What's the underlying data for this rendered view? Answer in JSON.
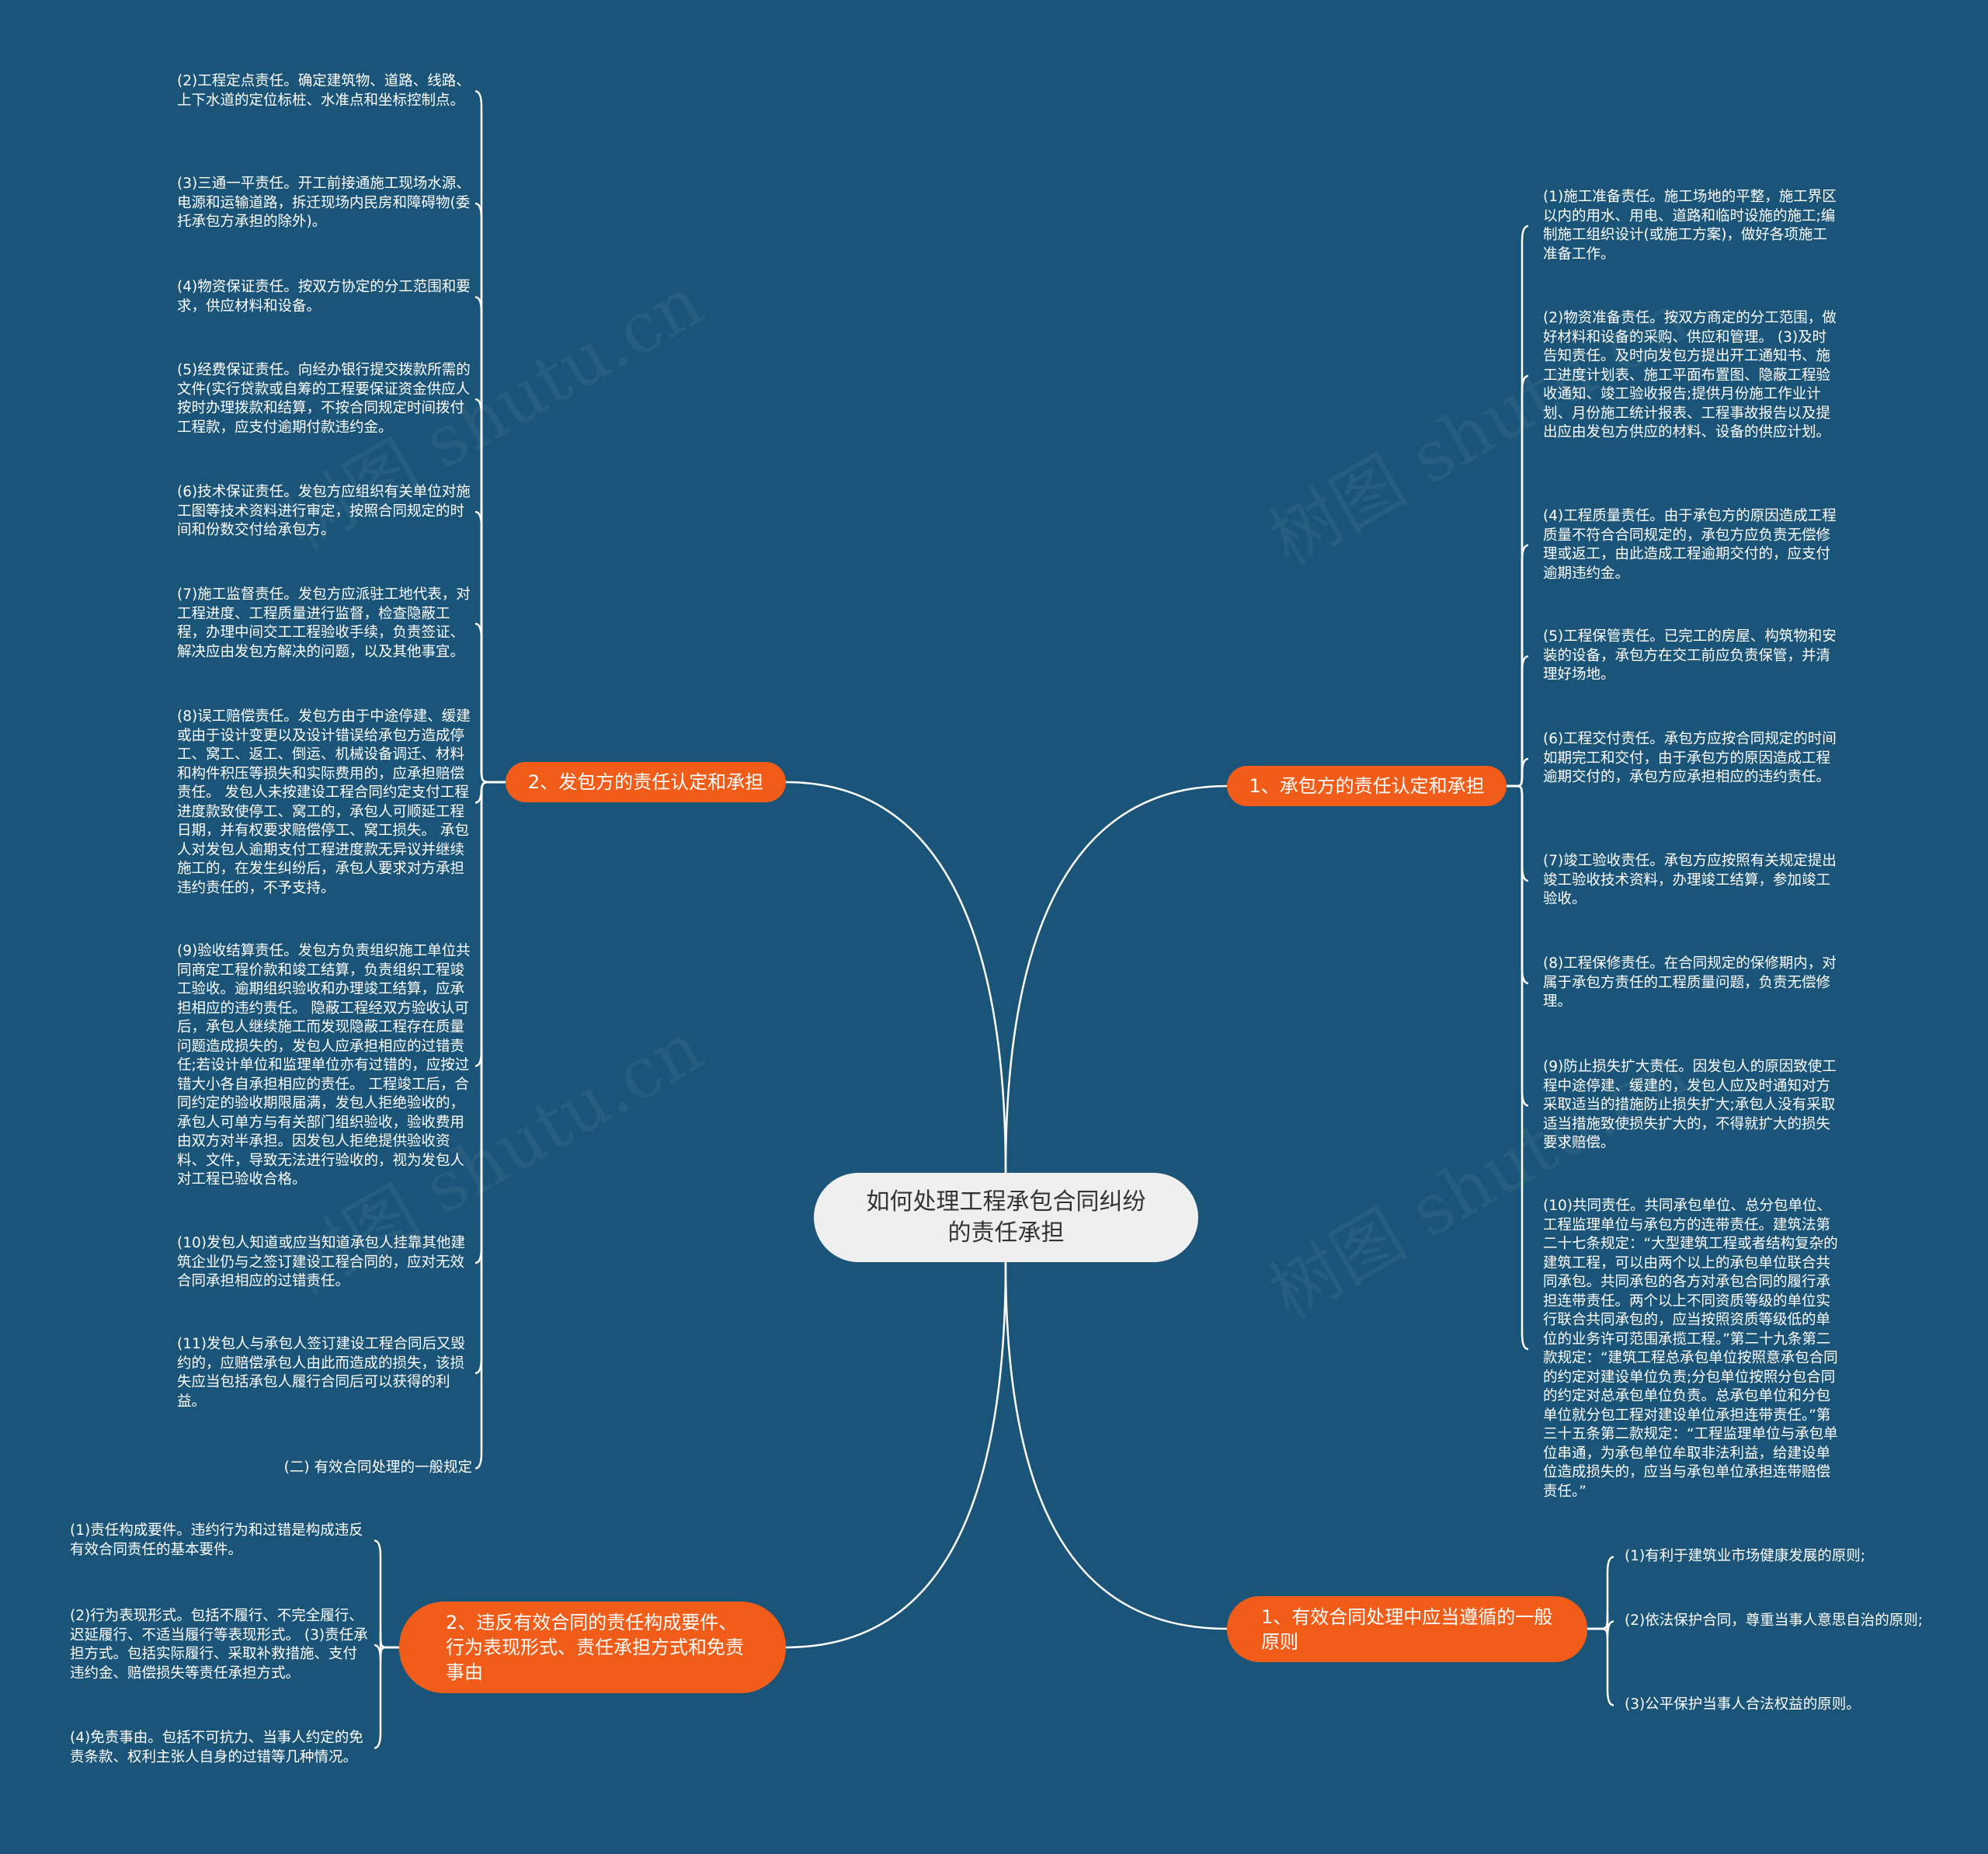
{
  "title": "如何处理工程承包合同纠纷的责任承担",
  "watermark": "树图 shutu.cn",
  "colors": {
    "background": "#1a5479",
    "branch": "#f25c19",
    "center": "#efefef",
    "line": "#ffffff"
  },
  "branches": {
    "employer": {
      "label": "2、发包方的责任认定和承担",
      "items": [
        "(2)工程定点责任。确定建筑物、道路、线路、上下水道的定位标桩、水准点和坐标控制点。",
        "(3)三通一平责任。开工前接通施工现场水源、电源和运输道路，拆迁现场内民房和障碍物(委托承包方承担的除外)。",
        "(4)物资保证责任。按双方协定的分工范围和要求，供应材料和设备。",
        "(5)经费保证责任。向经办银行提交拨款所需的文件(实行贷款或自筹的工程要保证资金供应人按时办理拨款和结算，不按合同规定时间拨付工程款，应支付逾期付款违约金。",
        "(6)技术保证责任。发包方应组织有关单位对施工图等技术资料进行审定，按照合同规定的时间和份数交付给承包方。",
        "(7)施工监督责任。发包方应派驻工地代表，对工程进度、工程质量进行监督，检查隐蔽工程，办理中间交工工程验收手续，负责签证、解决应由发包方解决的问题，以及其他事宜。",
        "(8)误工赔偿责任。发包方由于中途停建、缓建或由于设计变更以及设计错误给承包方造成停工、窝工、返工、倒运、机械设备调迁、材料和构件积压等损失和实际费用的，应承担赔偿责任。 发包人未按建设工程合同约定支付工程进度款致使停工、窝工的，承包人可顺延工程日期，并有权要求赔偿停工、窝工损失。 承包人对发包人逾期支付工程进度款无异议并继续施工的，在发生纠纷后，承包人要求对方承担违约责任的，不予支持。",
        "(9)验收结算责任。发包方负责组织施工单位共同商定工程价款和竣工结算，负责组织工程竣工验收。逾期组织验收和办理竣工结算，应承担相应的违约责任。 隐蔽工程经双方验收认可后，承包人继续施工而发现隐蔽工程存在质量问题造成损失的，发包人应承担相应的过错责任;若设计单位和监理单位亦有过错的，应按过错大小各自承担相应的责任。 工程竣工后，合同约定的验收期限届满，发包人拒绝验收的，承包人可单方与有关部门组织验收，验收费用由双方对半承担。因发包人拒绝提供验收资料、文件，导致无法进行验收的，视为发包人对工程已验收合格。",
        "(10)发包人知道或应当知道承包人挂靠其他建筑企业仍与之签订建设工程合同的，应对无效合同承担相应的过错责任。",
        "(11)发包人与承包人签订建设工程合同后又毁约的，应赔偿承包人由此而造成的损失，该损失应当包括承包人履行合同后可以获得的利益。",
        "(二) 有效合同处理的一般规定"
      ]
    },
    "contractor": {
      "label": "1、承包方的责任认定和承担",
      "items": [
        "(1)施工准备责任。施工场地的平整，施工界区以内的用水、用电、道路和临时设施的施工;编制施工组织设计(或施工方案)，做好各项施工准备工作。",
        "(2)物资准备责任。按双方商定的分工范围，做好材料和设备的采购、供应和管理。 (3)及时告知责任。及时向发包方提出开工通知书、施工进度计划表、施工平面布置图、隐蔽工程验收通知、竣工验收报告;提供月份施工作业计划、月份施工统计报表、工程事故报告以及提出应由发包方供应的材料、设备的供应计划。",
        "(4)工程质量责任。由于承包方的原因造成工程质量不符合合同规定的，承包方应负责无偿修理或返工，由此造成工程逾期交付的，应支付逾期违约金。",
        "(5)工程保管责任。已完工的房屋、构筑物和安装的设备，承包方在交工前应负责保管，并清理好场地。",
        "(6)工程交付责任。承包方应按合同规定的时间如期完工和交付，由于承包方的原因造成工程逾期交付的，承包方应承担相应的违约责任。",
        "(7)竣工验收责任。承包方应按照有关规定提出竣工验收技术资料，办理竣工结算，参加竣工验收。",
        "(8)工程保修责任。在合同规定的保修期内，对属于承包方责任的工程质量问题，负责无偿修理。",
        "(9)防止损失扩大责任。因发包人的原因致使工程中途停建、缓建的，发包人应及时通知对方采取适当的措施防止损失扩大;承包人没有采取适当措施致使损失扩大的，不得就扩大的损失要求赔偿。",
        "(10)共同责任。共同承包单位、总分包单位、工程监理单位与承包方的连带责任。建筑法第二十七条规定：“大型建筑工程或者结构复杂的建筑工程，可以由两个以上的承包单位联合共同承包。共同承包的各方对承包合同的履行承担连带责任。两个以上不同资质等级的单位实行联合共同承包的，应当按照资质等级低的单位的业务许可范围承揽工程。”第二十九条第二款规定：“建筑工程总承包单位按照意承包合同的约定对建设单位负责;分包单位按照分包合同的约定对总承包单位负责。总承包单位和分包单位就分包工程对建设单位承担连带责任。”第三十五条第二款规定：“工程监理单位与承包单位串通，为承包单位牟取非法利益，给建设单位造成损失的，应当与承包单位承担连带赔偿责任。”"
      ]
    },
    "breach": {
      "label": "2、违反有效合同的责任构成要件、行为表现形式、责任承担方式和免责事由",
      "items": [
        "(1)责任构成要件。违约行为和过错是构成违反有效合同责任的基本要件。",
        "(2)行为表现形式。包括不履行、不完全履行、迟延履行、不适当履行等表现形式。 (3)责任承担方式。包括实际履行、采取补救措施、支付违约金、赔偿损失等责任承担方式。",
        "(4)免责事由。包括不可抗力、当事人约定的免责条款、权利主张人自身的过错等几种情况。"
      ]
    },
    "principles": {
      "label": "1、有效合同处理中应当遵循的一般原则",
      "items": [
        "(1)有利于建筑业市场健康发展的原则;",
        "(2)依法保护合同，尊重当事人意思自治的原则;",
        "(3)公平保护当事人合法权益的原则。"
      ]
    }
  }
}
